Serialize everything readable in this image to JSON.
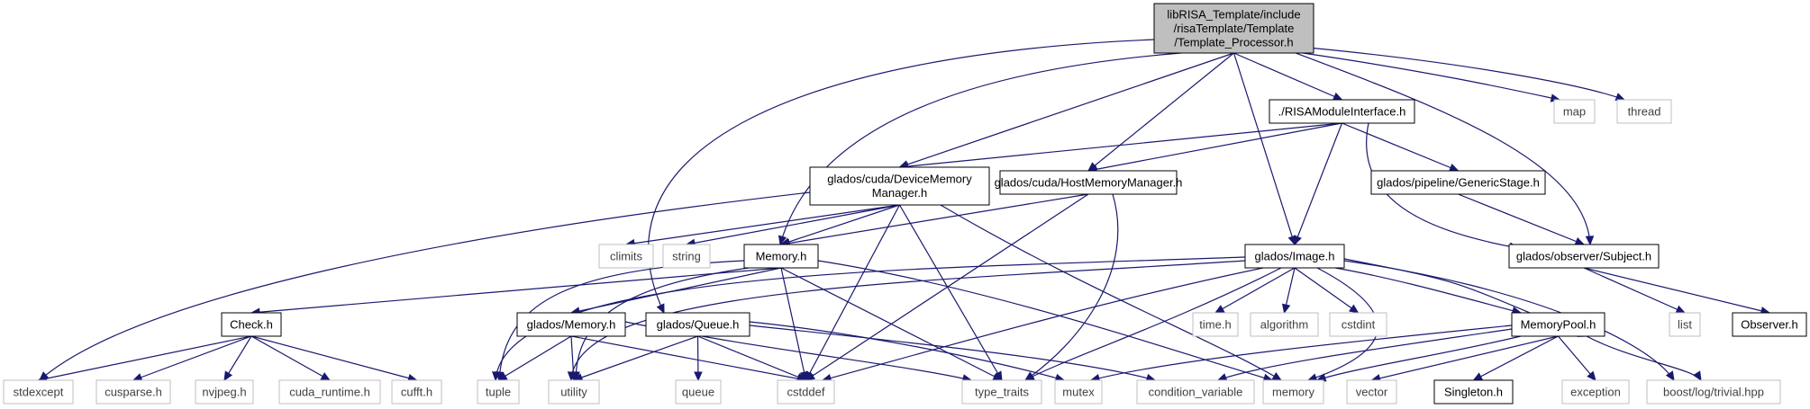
{
  "diagram": {
    "type": "include-dependency-graph",
    "colors": {
      "edge": "#191970",
      "root_fill": "#bfbfbf",
      "local_border": "#000000",
      "system_border": "#bfbfbf",
      "system_text": "#404040"
    },
    "nodes": [
      {
        "id": "root",
        "kind": "root",
        "lines": [
          "libRISA_Template/include",
          "/risaTemplate/Template",
          "/Template_Processor.h"
        ]
      },
      {
        "id": "rmi",
        "kind": "local",
        "lines": [
          "./RISAModuleInterface.h"
        ]
      },
      {
        "id": "map",
        "kind": "system",
        "lines": [
          "map"
        ]
      },
      {
        "id": "thread",
        "kind": "system",
        "lines": [
          "thread"
        ]
      },
      {
        "id": "dmm",
        "kind": "local",
        "lines": [
          "glados/cuda/DeviceMemory",
          "Manager.h"
        ]
      },
      {
        "id": "hmm",
        "kind": "local",
        "lines": [
          "glados/cuda/HostMemoryManager.h"
        ]
      },
      {
        "id": "gs",
        "kind": "local",
        "lines": [
          "glados/pipeline/GenericStage.h"
        ]
      },
      {
        "id": "climits",
        "kind": "system",
        "lines": [
          "climits"
        ]
      },
      {
        "id": "string",
        "kind": "system",
        "lines": [
          "string"
        ]
      },
      {
        "id": "memh",
        "kind": "local",
        "lines": [
          "Memory.h"
        ]
      },
      {
        "id": "img",
        "kind": "local",
        "lines": [
          "glados/Image.h"
        ]
      },
      {
        "id": "subj",
        "kind": "local",
        "lines": [
          "glados/observer/Subject.h"
        ]
      },
      {
        "id": "check",
        "kind": "local",
        "lines": [
          "Check.h"
        ]
      },
      {
        "id": "gmem",
        "kind": "local",
        "lines": [
          "glados/Memory.h"
        ]
      },
      {
        "id": "gq",
        "kind": "local",
        "lines": [
          "glados/Queue.h"
        ]
      },
      {
        "id": "timeh",
        "kind": "system",
        "lines": [
          "time.h"
        ]
      },
      {
        "id": "algorithm",
        "kind": "system",
        "lines": [
          "algorithm"
        ]
      },
      {
        "id": "cstdint",
        "kind": "system",
        "lines": [
          "cstdint"
        ]
      },
      {
        "id": "mpool",
        "kind": "local",
        "lines": [
          "MemoryPool.h"
        ]
      },
      {
        "id": "list",
        "kind": "system",
        "lines": [
          "list"
        ]
      },
      {
        "id": "obs",
        "kind": "local",
        "lines": [
          "Observer.h"
        ]
      },
      {
        "id": "stdexcept",
        "kind": "system",
        "lines": [
          "stdexcept"
        ]
      },
      {
        "id": "cusparse",
        "kind": "system",
        "lines": [
          "cusparse.h"
        ]
      },
      {
        "id": "nvjpeg",
        "kind": "system",
        "lines": [
          "nvjpeg.h"
        ]
      },
      {
        "id": "cudart",
        "kind": "system",
        "lines": [
          "cuda_runtime.h"
        ]
      },
      {
        "id": "cufft",
        "kind": "system",
        "lines": [
          "cufft.h"
        ]
      },
      {
        "id": "tuple",
        "kind": "system",
        "lines": [
          "tuple"
        ]
      },
      {
        "id": "utility",
        "kind": "system",
        "lines": [
          "utility"
        ]
      },
      {
        "id": "queue",
        "kind": "system",
        "lines": [
          "queue"
        ]
      },
      {
        "id": "cstddef",
        "kind": "system",
        "lines": [
          "cstddef"
        ]
      },
      {
        "id": "typetraits",
        "kind": "system",
        "lines": [
          "type_traits"
        ]
      },
      {
        "id": "mutex",
        "kind": "system",
        "lines": [
          "mutex"
        ]
      },
      {
        "id": "condvar",
        "kind": "system",
        "lines": [
          "condition_variable"
        ]
      },
      {
        "id": "memory",
        "kind": "system",
        "lines": [
          "memory"
        ]
      },
      {
        "id": "vector",
        "kind": "system",
        "lines": [
          "vector"
        ]
      },
      {
        "id": "singleton",
        "kind": "local",
        "lines": [
          "Singleton.h"
        ]
      },
      {
        "id": "exception",
        "kind": "system",
        "lines": [
          "exception"
        ]
      },
      {
        "id": "boostlog",
        "kind": "system",
        "lines": [
          "boost/log/trivial.hpp"
        ]
      }
    ],
    "edges": [
      [
        "root",
        "rmi"
      ],
      [
        "root",
        "map"
      ],
      [
        "root",
        "thread"
      ],
      [
        "root",
        "dmm"
      ],
      [
        "root",
        "hmm"
      ],
      [
        "root",
        "memh"
      ],
      [
        "root",
        "img"
      ],
      [
        "root",
        "subj"
      ],
      [
        "root",
        "gq"
      ],
      [
        "rmi",
        "dmm"
      ],
      [
        "rmi",
        "hmm"
      ],
      [
        "rmi",
        "gs"
      ],
      [
        "rmi",
        "img"
      ],
      [
        "rmi",
        "subj"
      ],
      [
        "dmm",
        "climits"
      ],
      [
        "dmm",
        "string"
      ],
      [
        "dmm",
        "memh"
      ],
      [
        "dmm",
        "stdexcept"
      ],
      [
        "dmm",
        "cstddef"
      ],
      [
        "dmm",
        "typetraits"
      ],
      [
        "dmm",
        "memory"
      ],
      [
        "hmm",
        "memh"
      ],
      [
        "hmm",
        "cstddef"
      ],
      [
        "hmm",
        "typetraits"
      ],
      [
        "gs",
        "subj"
      ],
      [
        "subj",
        "list"
      ],
      [
        "subj",
        "obs"
      ],
      [
        "memh",
        "check"
      ],
      [
        "memh",
        "gmem"
      ],
      [
        "memh",
        "tuple"
      ],
      [
        "memh",
        "utility"
      ],
      [
        "memh",
        "cstddef"
      ],
      [
        "memh",
        "typetraits"
      ],
      [
        "memh",
        "memory"
      ],
      [
        "img",
        "mpool"
      ],
      [
        "img",
        "timeh"
      ],
      [
        "img",
        "algorithm"
      ],
      [
        "img",
        "cstdint"
      ],
      [
        "img",
        "tuple"
      ],
      [
        "img",
        "utility"
      ],
      [
        "img",
        "cstddef"
      ],
      [
        "img",
        "typetraits"
      ],
      [
        "img",
        "memory"
      ],
      [
        "img",
        "boostlog"
      ],
      [
        "mpool",
        "img"
      ],
      [
        "mpool",
        "mutex"
      ],
      [
        "mpool",
        "condvar"
      ],
      [
        "mpool",
        "memory"
      ],
      [
        "mpool",
        "vector"
      ],
      [
        "mpool",
        "singleton"
      ],
      [
        "mpool",
        "exception"
      ],
      [
        "mpool",
        "boostlog"
      ],
      [
        "check",
        "stdexcept"
      ],
      [
        "check",
        "cusparse"
      ],
      [
        "check",
        "nvjpeg"
      ],
      [
        "check",
        "cudart"
      ],
      [
        "check",
        "cufft"
      ],
      [
        "gmem",
        "tuple"
      ],
      [
        "gmem",
        "utility"
      ],
      [
        "gmem",
        "cstddef"
      ],
      [
        "gmem",
        "typetraits"
      ],
      [
        "gq",
        "queue"
      ],
      [
        "gq",
        "utility"
      ],
      [
        "gq",
        "cstddef"
      ],
      [
        "gq",
        "mutex"
      ],
      [
        "gq",
        "condvar"
      ]
    ]
  }
}
